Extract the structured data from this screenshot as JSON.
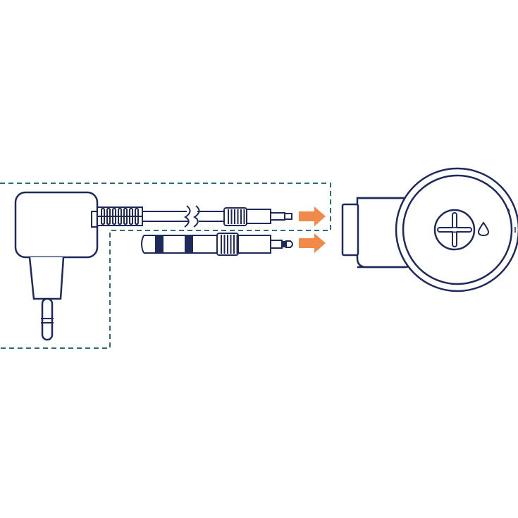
{
  "colors": {
    "line": "#1f2a5c",
    "dash": "#2b6b78",
    "arrow": "#ef8a4a",
    "background": "#ffffff"
  },
  "components": {
    "power_adapter": {
      "icon": "power-adapter-icon"
    },
    "dc_cable": {
      "icon": "dc-barrel-plug-icon"
    },
    "audio_cable": {
      "icon": "audio-jack-plug-icon"
    },
    "device": {
      "icon": "round-device-icon",
      "button": "dpad-button-icon",
      "indicator": "drop-indicator-icon"
    }
  },
  "arrows": [
    {
      "name": "dc-plug-insert-arrow",
      "direction": "right"
    },
    {
      "name": "audio-plug-insert-arrow",
      "direction": "right"
    }
  ]
}
